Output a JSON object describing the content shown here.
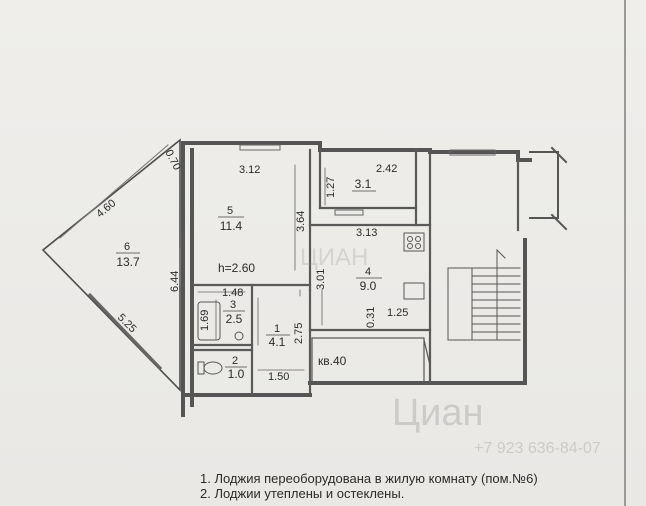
{
  "rooms": [
    {
      "id": "room-6",
      "number": "6",
      "area": "13.7"
    },
    {
      "id": "room-5",
      "number": "5",
      "area": "11.4"
    },
    {
      "id": "room-4",
      "number": "4",
      "area": "9.0"
    },
    {
      "id": "room-3",
      "number": "3",
      "area": "2.5"
    },
    {
      "id": "room-2",
      "number": "2",
      "area": "1.0"
    },
    {
      "id": "room-1",
      "number": "1",
      "area": "4.1"
    },
    {
      "id": "loggia-2",
      "number": "",
      "area": "3.1"
    }
  ],
  "dimensions": {
    "d_070": "0.70",
    "d_460": "4.60",
    "d_525": "5.25",
    "d_644": "6.44",
    "d_312": "3.12",
    "d_364": "3.64",
    "d_127": "1.27",
    "d_242": "2.42",
    "d_313": "3.13",
    "d_301": "3.01",
    "d_031": "0.31",
    "d_125": "1.25",
    "d_148": "1.48",
    "d_169": "1.69",
    "d_275": "2.75",
    "d_150": "1.50"
  },
  "ceiling_height": "h=2.60",
  "apartment_label": "кв.40",
  "notes": [
    "1. Лоджия переоборудована в жилую комнату (пом.№6)",
    "2. Лоджии утеплены и остеклены."
  ],
  "watermark": {
    "brand": "Циан",
    "mid": "ЦИАН",
    "phone": "+7 923 636-84-07"
  },
  "colors": {
    "paper": "#ecebe8",
    "ink": "#2b2b2b",
    "wall": "#555555"
  }
}
